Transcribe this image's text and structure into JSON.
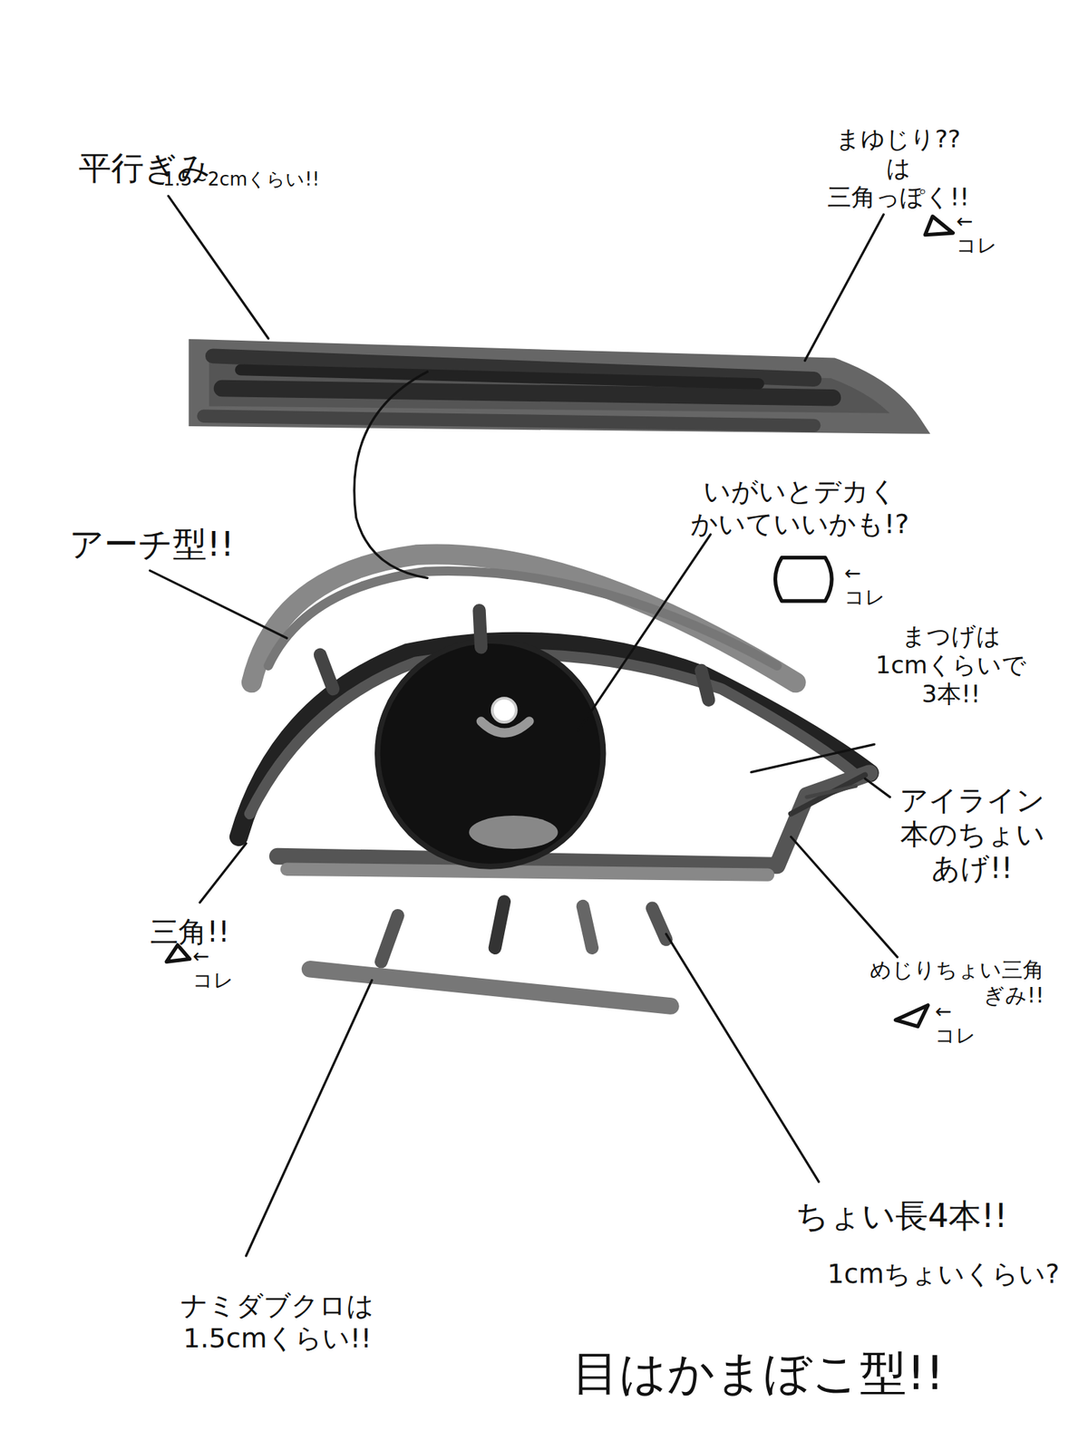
{
  "diagram": {
    "labels": [
      "平行ぎみ",
      "1.5~2cmくらい!!",
      "まゆじり??は 三角っぽく!!",
      "←コレ",
      "いがいとデカく かいていいかも!?",
      "←コレ",
      "アーチ型!!",
      "まつげは 1cmくらいで 3本!!",
      "アイライン 本のちょい あげ!!",
      "三角!!",
      "←コレ",
      "めじりちょい三角 ぎみ!!",
      "←コレ",
      "ちょい長4本!!",
      "1cmちょいくらい?",
      "ナミダブクロは 1.5cmくらい!!",
      "目はかまぼこ型!!"
    ]
  }
}
